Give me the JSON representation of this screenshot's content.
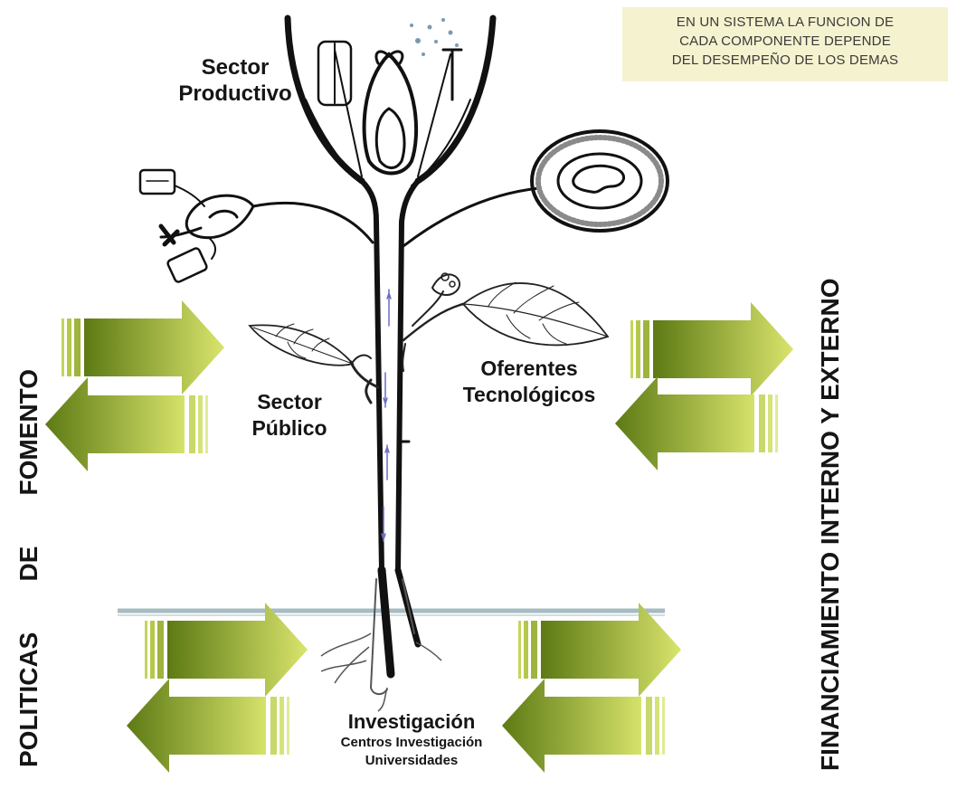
{
  "note": {
    "lines": [
      "EN UN SISTEMA LA FUNCION DE",
      "CADA  COMPONENTE DEPENDE",
      "DEL DESEMPEÑO DE LOS DEMAS"
    ]
  },
  "labels": {
    "sector_productivo": [
      "Sector",
      "Productivo"
    ],
    "sector_publico": [
      "Sector",
      "Público"
    ],
    "oferentes": [
      "Oferentes",
      "Tecnológicos"
    ],
    "investigacion": {
      "title": "Investigación",
      "sub": [
        "Centros Investigación",
        "Universidades"
      ]
    }
  },
  "side_texts": {
    "left": [
      "POLITICAS",
      "DE",
      "FOMENTO"
    ],
    "right": "FINANCIAMIENTO INTERNO Y EXTERNO"
  },
  "colors": {
    "arrow_light": "#d9e46c",
    "arrow_dark": "#5d7a14",
    "note_bg": "#f5f2cf",
    "ground": "#a7bcc2"
  }
}
